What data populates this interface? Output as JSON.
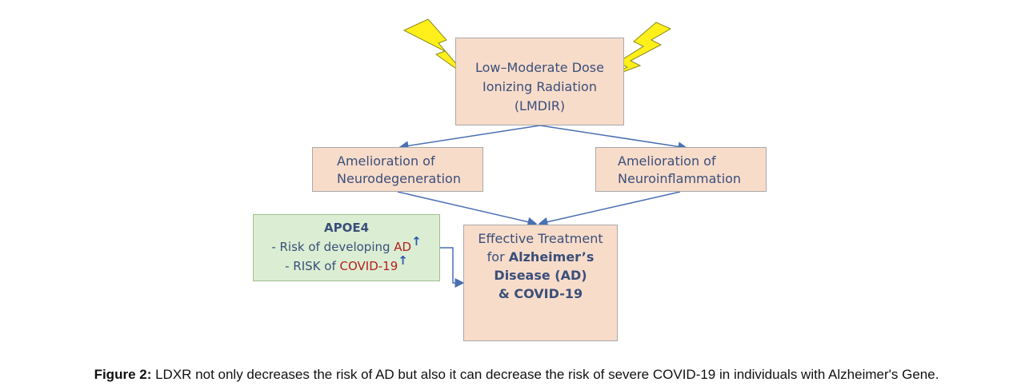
{
  "top": {
    "line1": "Low–Moderate Dose",
    "line2": "Ionizing Radiation",
    "line3": "(LMDIR)"
  },
  "left_mid": {
    "line1": "Amelioration of",
    "line2": "Neurodegeneration"
  },
  "right_mid": {
    "line1": "Amelioration of",
    "line2": "Neuroinflammation"
  },
  "apoe": {
    "title": "APOE4",
    "risk1_prefix": "- Risk of developing ",
    "risk1_term": "AD",
    "risk2_prefix": "- RISK of ",
    "risk2_term": "COVID-19"
  },
  "outcome": {
    "line1": "Effective Treatment",
    "line2_prefix": "for ",
    "line2_bold": "Alzheimer’s",
    "line3": "Disease (AD)",
    "line4": "& COVID-19"
  },
  "caption": {
    "label": "Figure 2:",
    "text": " LDXR not only decreases the risk of AD but also it can decrease the risk of severe COVID-19 in individuals with Alzheimer's Gene."
  },
  "colors": {
    "box_fill": "#f8dcca",
    "green_fill": "#dbeed3",
    "arrow": "#4a6fb3",
    "text": "#3a4f7a",
    "highlight": "#b31f1f",
    "lightning": "#ffef1a"
  },
  "icons": {
    "lightning": "lightning-bolt-icon",
    "up_arrow": "up-arrow-icon"
  }
}
